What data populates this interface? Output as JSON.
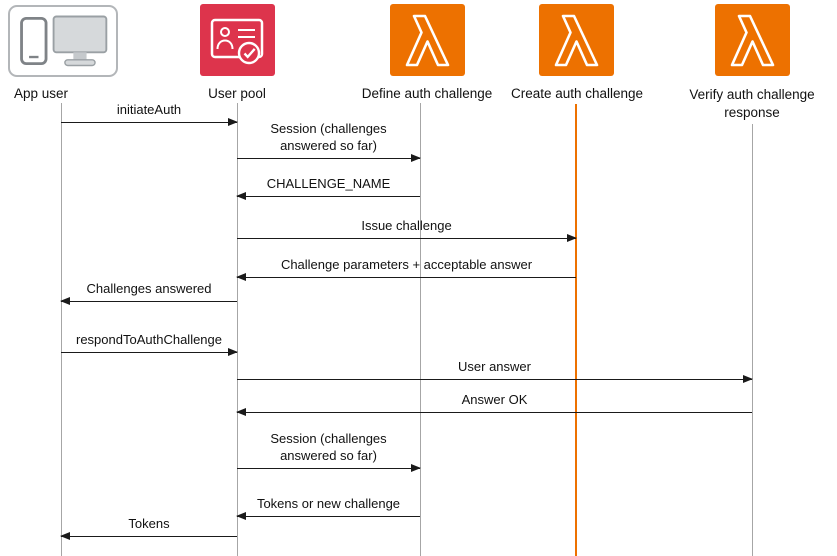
{
  "actors": [
    {
      "id": "app-user",
      "label": "App user",
      "icon": "app-user-devices-icon"
    },
    {
      "id": "user-pool",
      "label": "User pool",
      "icon": "user-pool-icon",
      "color": "#DD344C"
    },
    {
      "id": "define-auth-challenge",
      "label": "Define auth challenge",
      "icon": "lambda-icon",
      "color": "#ED7100"
    },
    {
      "id": "create-auth-challenge",
      "label": "Create auth challenge",
      "icon": "lambda-icon",
      "color": "#ED7100",
      "lifeline_color": "#ED7100"
    },
    {
      "id": "verify-auth-challenge",
      "label": "Verify auth challenge response",
      "icon": "lambda-icon",
      "color": "#ED7100"
    }
  ],
  "messages": [
    {
      "label": "initiateAuth",
      "from": "app-user",
      "to": "user-pool"
    },
    {
      "label": "Session (challenges answered so far)",
      "from": "user-pool",
      "to": "define-auth-challenge",
      "multiline": true
    },
    {
      "label": "CHALLENGE_NAME",
      "from": "define-auth-challenge",
      "to": "user-pool"
    },
    {
      "label": "Issue challenge",
      "from": "user-pool",
      "to": "create-auth-challenge"
    },
    {
      "label": "Challenge parameters + acceptable answer",
      "from": "create-auth-challenge",
      "to": "user-pool"
    },
    {
      "label": "Challenges answered",
      "from": "user-pool",
      "to": "app-user"
    },
    {
      "label": "respondToAuthChallenge",
      "from": "app-user",
      "to": "user-pool"
    },
    {
      "label": "User answer",
      "from": "user-pool",
      "to": "verify-auth-challenge"
    },
    {
      "label": "Answer OK",
      "from": "verify-auth-challenge",
      "to": "user-pool"
    },
    {
      "label": "Session (challenges answered so far)",
      "from": "user-pool",
      "to": "define-auth-challenge",
      "multiline": true
    },
    {
      "label": "Tokens or new challenge",
      "from": "define-auth-challenge",
      "to": "user-pool"
    },
    {
      "label": "Tokens",
      "from": "user-pool",
      "to": "app-user"
    }
  ],
  "colors": {
    "lambda_orange": "#ED7100",
    "cognito_red": "#DD344C",
    "arrow": "#1a1a1a",
    "lifeline_gray": "#a6a6a6",
    "device_gray": "#7f8387"
  }
}
